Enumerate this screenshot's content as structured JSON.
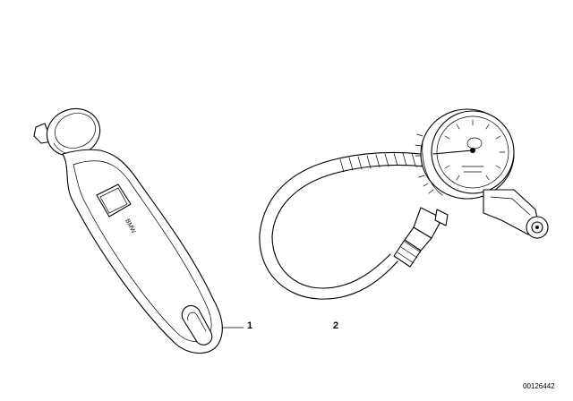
{
  "parts": [
    {
      "number": "1",
      "icon": "digital-tire-pressure-gauge-icon"
    },
    {
      "number": "2",
      "icon": "dial-tire-inflator-gauge-icon"
    }
  ],
  "diagram_id": "00126442",
  "brand_text": "BMW",
  "colors": {
    "line": "#000000",
    "background": "#ffffff"
  }
}
